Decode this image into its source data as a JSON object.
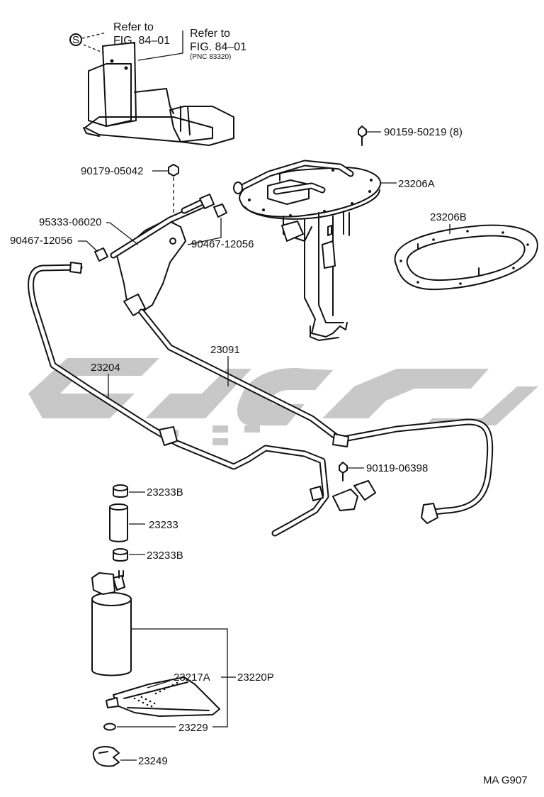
{
  "watermark_color": "#c8c8c8",
  "labels": {
    "refer_to_1": "Refer to",
    "fig_84_01_a": "FIG. 84–01",
    "refer_to_2": "Refer to",
    "fig_84_01_b": "FIG. 84–01",
    "pnc": "(PNC 83320)",
    "s_symbol": "S",
    "p_90159": "90159-50219 (8)",
    "p_90179": "90179-05042",
    "p_23206A": "23206A",
    "p_23206B": "23206B",
    "p_95333": "95333-06020",
    "p_90467_left": "90467-12056",
    "p_90467_right": "90467-12056",
    "p_23091": "23091",
    "p_23204": "23204",
    "p_90119": "90119-06398",
    "p_23233B_top": "23233B",
    "p_23233": "23233",
    "p_23233B_bottom": "23233B",
    "p_23217A": "23217A",
    "p_23220P": "23220P",
    "p_23229": "23229",
    "p_23249": "23249",
    "figure_code": "MA G907"
  }
}
